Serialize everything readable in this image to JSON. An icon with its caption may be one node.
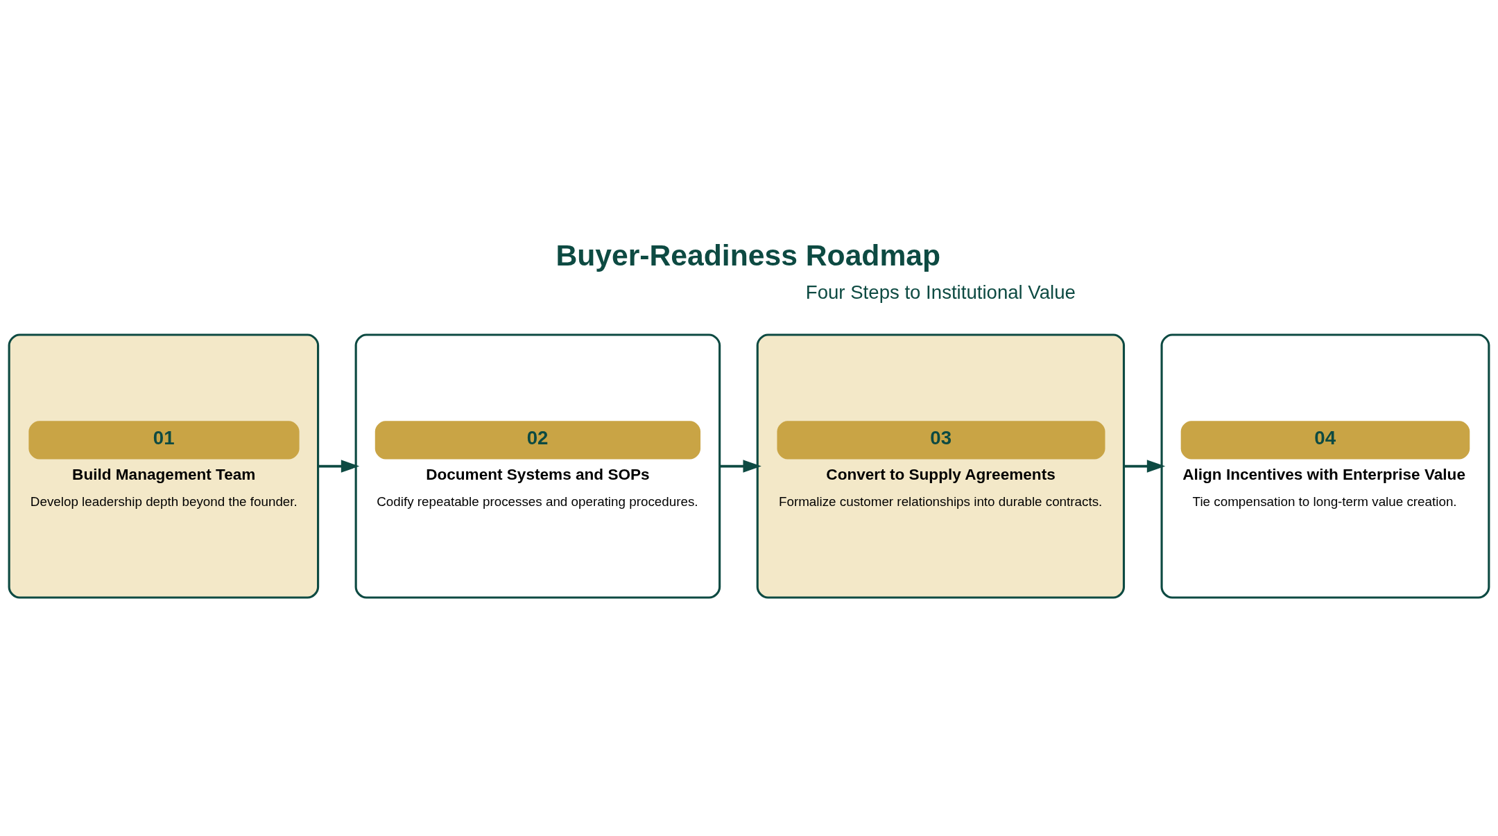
{
  "diagram": {
    "title": "Buyer-Readiness Roadmap",
    "nodes": [
      {
        "text": [
          "01",
          "Build Management Team",
          "Develop leadership depth beyond the founder."
        ]
      },
      {
        "text": [
          "02",
          "Document Systems and SOPs",
          "Codify repeatable processes and operating procedures."
        ]
      },
      {
        "text": [
          "03",
          "Convert to Supply Agreements",
          "Formalize customer relationships into durable contracts."
        ]
      },
      {
        "text": [
          "04",
          "Align Incentives with Enterprise Value",
          "Tie compensation to long-term value creation."
        ]
      }
    ],
    "edges": [
      {
        "from": 0,
        "to": 1,
        "arrow": "to"
      },
      {
        "from": 1,
        "to": 2,
        "arrow": "to"
      },
      {
        "from": 2,
        "to": 3,
        "arrow": "to"
      }
    ],
    "labels": [
      "Four Steps to Institutional Value"
    ]
  }
}
